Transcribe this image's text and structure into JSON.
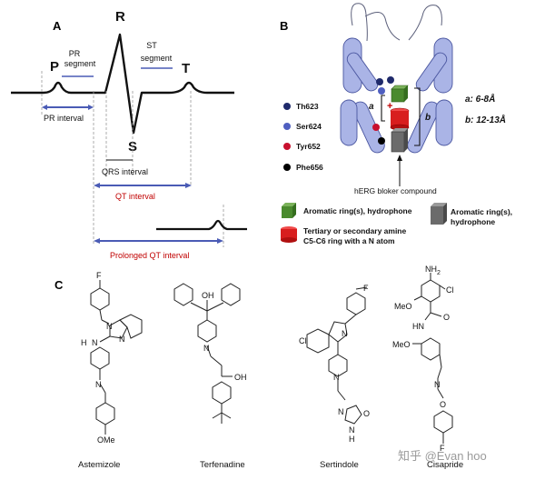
{
  "panels": {
    "a": "A",
    "b": "B",
    "c": "C"
  },
  "ecg": {
    "p": "P",
    "r": "R",
    "s": "S",
    "t": "T",
    "pr_segment": [
      "PR",
      "segment"
    ],
    "st_segment": [
      "ST",
      "segment"
    ],
    "pr_interval": "PR interval",
    "qrs_interval": "QRS interval",
    "qt_interval": "QT interval",
    "prolonged_qt": "Prolonged QT interval"
  },
  "herg": {
    "residues": [
      {
        "label": "Th623",
        "color": "#1f2a6b"
      },
      {
        "label": "Ser624",
        "color": "#4f5fc0"
      },
      {
        "label": "Tyr652",
        "color": "#c8102e"
      },
      {
        "label": "Phe656",
        "color": "#000000"
      }
    ],
    "a_label": "a",
    "b_label": "b",
    "distance_a": "a: 6-8Å",
    "distance_b": "b: 12-13Å",
    "compound_label": "hERG bloker compound",
    "legend": [
      {
        "lines": [
          "Aromatic ring(s), hydrophone"
        ],
        "color": "#4a8a2e"
      },
      {
        "lines": [
          "Aromatic ring(s),",
          "hydrophone"
        ],
        "color": "#6b6b6b"
      },
      {
        "lines": [
          "Tertiary or secondary amine",
          "C5-C6 ring with a N atom"
        ],
        "color": "#d81e1e"
      }
    ]
  },
  "molecules": {
    "astemizole": {
      "name": "Astemizole",
      "F": "F",
      "N1": "N",
      "N2": "N",
      "HN": "H",
      "NH_N": "N",
      "N3": "N",
      "OMe": "OMe"
    },
    "terfenadine": {
      "name": "Terfenadine",
      "OH1": "OH",
      "OH2": "OH",
      "N": "N"
    },
    "sertindole": {
      "name": "Sertindole",
      "F": "F",
      "Cl": "Cl",
      "N1": "N",
      "N2": "N",
      "N3": "N",
      "N4": "N",
      "O": "O",
      "H": "H"
    },
    "cisapride": {
      "name": "Cisapride",
      "NH2": "NH",
      "NH2_sub": "2",
      "Cl": "Cl",
      "MeO1": "MeO",
      "O1": "O",
      "HN": "HN",
      "MeO2": "MeO",
      "N": "N",
      "O2": "O",
      "F": "F"
    }
  },
  "watermark": "知乎 @Evan hoo"
}
